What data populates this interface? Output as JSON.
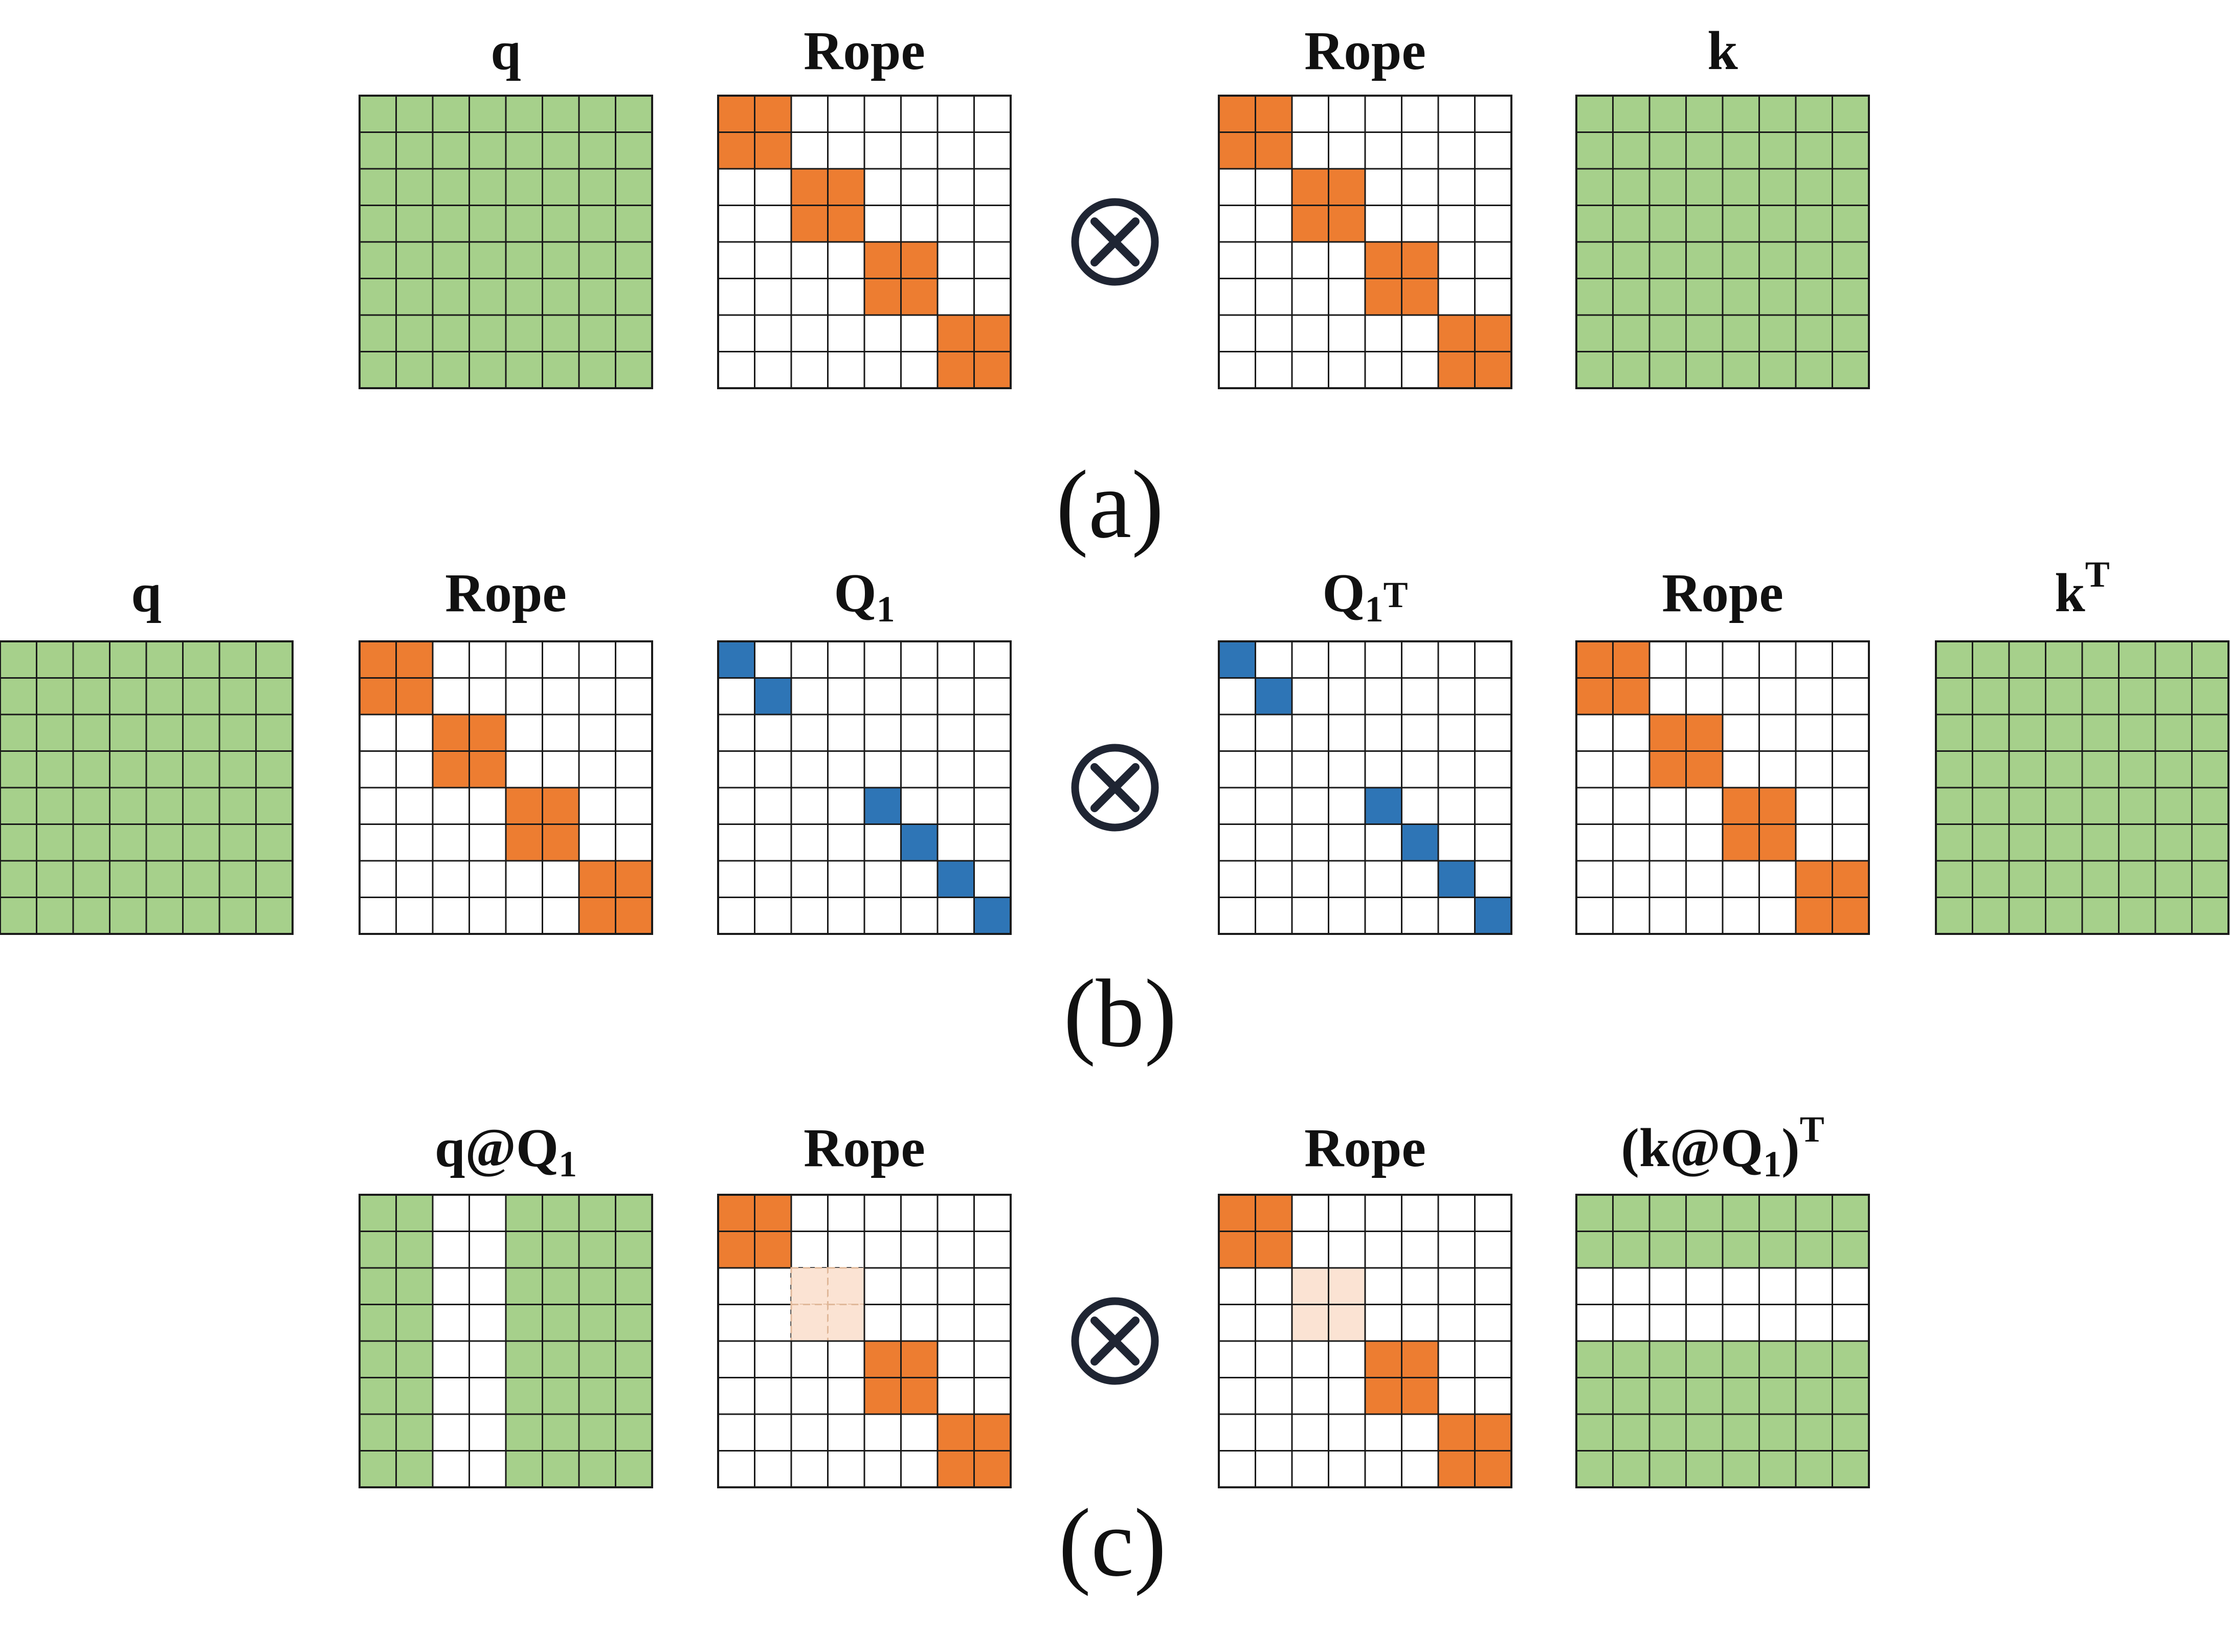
{
  "colors": {
    "green": "#a6d08b",
    "orange": "#ed7d31",
    "blue": "#2e75b6",
    "faint_orange": "#fbe3d3",
    "empty": "#ffffff",
    "grid_line": "#1a1a1a",
    "operator": "#1f2533"
  },
  "panels": [
    {
      "id": "a",
      "label": "(a)",
      "matrices": [
        {
          "key": "q",
          "title": "q",
          "title_sub": "",
          "title_tail": "",
          "title_sup": "",
          "fill": "green_all"
        },
        {
          "key": "rope-1",
          "title": "Rope",
          "title_sub": "",
          "title_tail": "",
          "title_sup": "",
          "fill": "rope_blocks"
        },
        {
          "key": "rope-2",
          "title": "Rope",
          "title_sub": "",
          "title_tail": "",
          "title_sup": "",
          "fill": "rope_blocks"
        },
        {
          "key": "k",
          "title": "k",
          "title_sub": "",
          "title_tail": "",
          "title_sup": "",
          "fill": "green_all"
        }
      ]
    },
    {
      "id": "b",
      "label": "(b)",
      "matrices": [
        {
          "key": "q",
          "title": "q",
          "title_sub": "",
          "title_tail": "",
          "title_sup": "",
          "fill": "green_all"
        },
        {
          "key": "rope-1",
          "title": "Rope",
          "title_sub": "",
          "title_tail": "",
          "title_sup": "",
          "fill": "rope_blocks"
        },
        {
          "key": "q1",
          "title": "Q",
          "title_sub": "1",
          "title_tail": "",
          "title_sup": "",
          "fill": "q1_diag"
        },
        {
          "key": "q1-transpose",
          "title": "Q",
          "title_sub": "1",
          "title_tail": "",
          "title_sup": "T",
          "fill": "q1_diag"
        },
        {
          "key": "rope-2",
          "title": "Rope",
          "title_sub": "",
          "title_tail": "",
          "title_sup": "",
          "fill": "rope_blocks"
        },
        {
          "key": "k-transpose",
          "title": "k",
          "title_sub": "",
          "title_tail": "",
          "title_sup": "T",
          "fill": "green_all"
        }
      ]
    },
    {
      "id": "c",
      "label": "(c)",
      "matrices": [
        {
          "key": "q-at-q1",
          "title": "q@Q",
          "title_sub": "1",
          "title_tail": "",
          "title_sup": "",
          "fill": "green_cols"
        },
        {
          "key": "rope-1",
          "title": "Rope",
          "title_sub": "",
          "title_tail": "",
          "title_sup": "",
          "fill": "rope_pruned_dashed"
        },
        {
          "key": "rope-2",
          "title": "Rope",
          "title_sub": "",
          "title_tail": "",
          "title_sup": "",
          "fill": "rope_pruned"
        },
        {
          "key": "k-at-q1-transpose",
          "title": "(k@Q",
          "title_sub": "1",
          "title_tail": ")",
          "title_sup": "T",
          "fill": "green_rows"
        }
      ]
    }
  ],
  "operator_symbol": "⊗",
  "patterns": {
    "rope_blocks": {
      "blocks": [
        0,
        1,
        2,
        3
      ]
    },
    "rope_pruned": {
      "blocks": [
        0,
        2,
        3
      ],
      "faint_blocks": [
        1
      ]
    },
    "q1_diag": {
      "kept_dims": [
        0,
        1,
        4,
        5,
        6,
        7
      ]
    },
    "green_cols": {
      "kept_cols": [
        0,
        1,
        4,
        5,
        6,
        7
      ]
    },
    "green_rows": {
      "kept_rows": [
        0,
        1,
        4,
        5,
        6,
        7
      ]
    }
  }
}
